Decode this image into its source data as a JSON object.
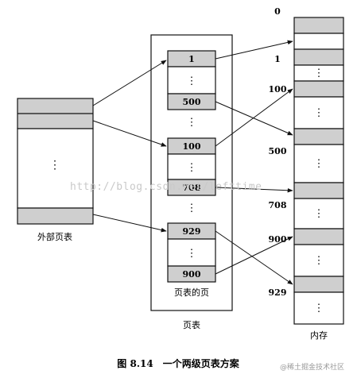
{
  "labels": {
    "outer_table": "外部页表",
    "page_of_table": "页表的页",
    "page_table": "页表",
    "memory": "内存",
    "caption": "图 8.14　一个两级页表方案",
    "ellipsis": "⋮"
  },
  "inner_entries": {
    "top": "1",
    "top_bottom": "500",
    "mid_top": "100",
    "mid_bottom": "708",
    "low_top": "929",
    "low_bottom": "900"
  },
  "memory_addresses": [
    "0",
    "1",
    "100",
    "500",
    "708",
    "900",
    "929"
  ],
  "watermark": "http://blog.csdn.net/lefttime",
  "corner_mark": "@稀土掘金技术社区"
}
